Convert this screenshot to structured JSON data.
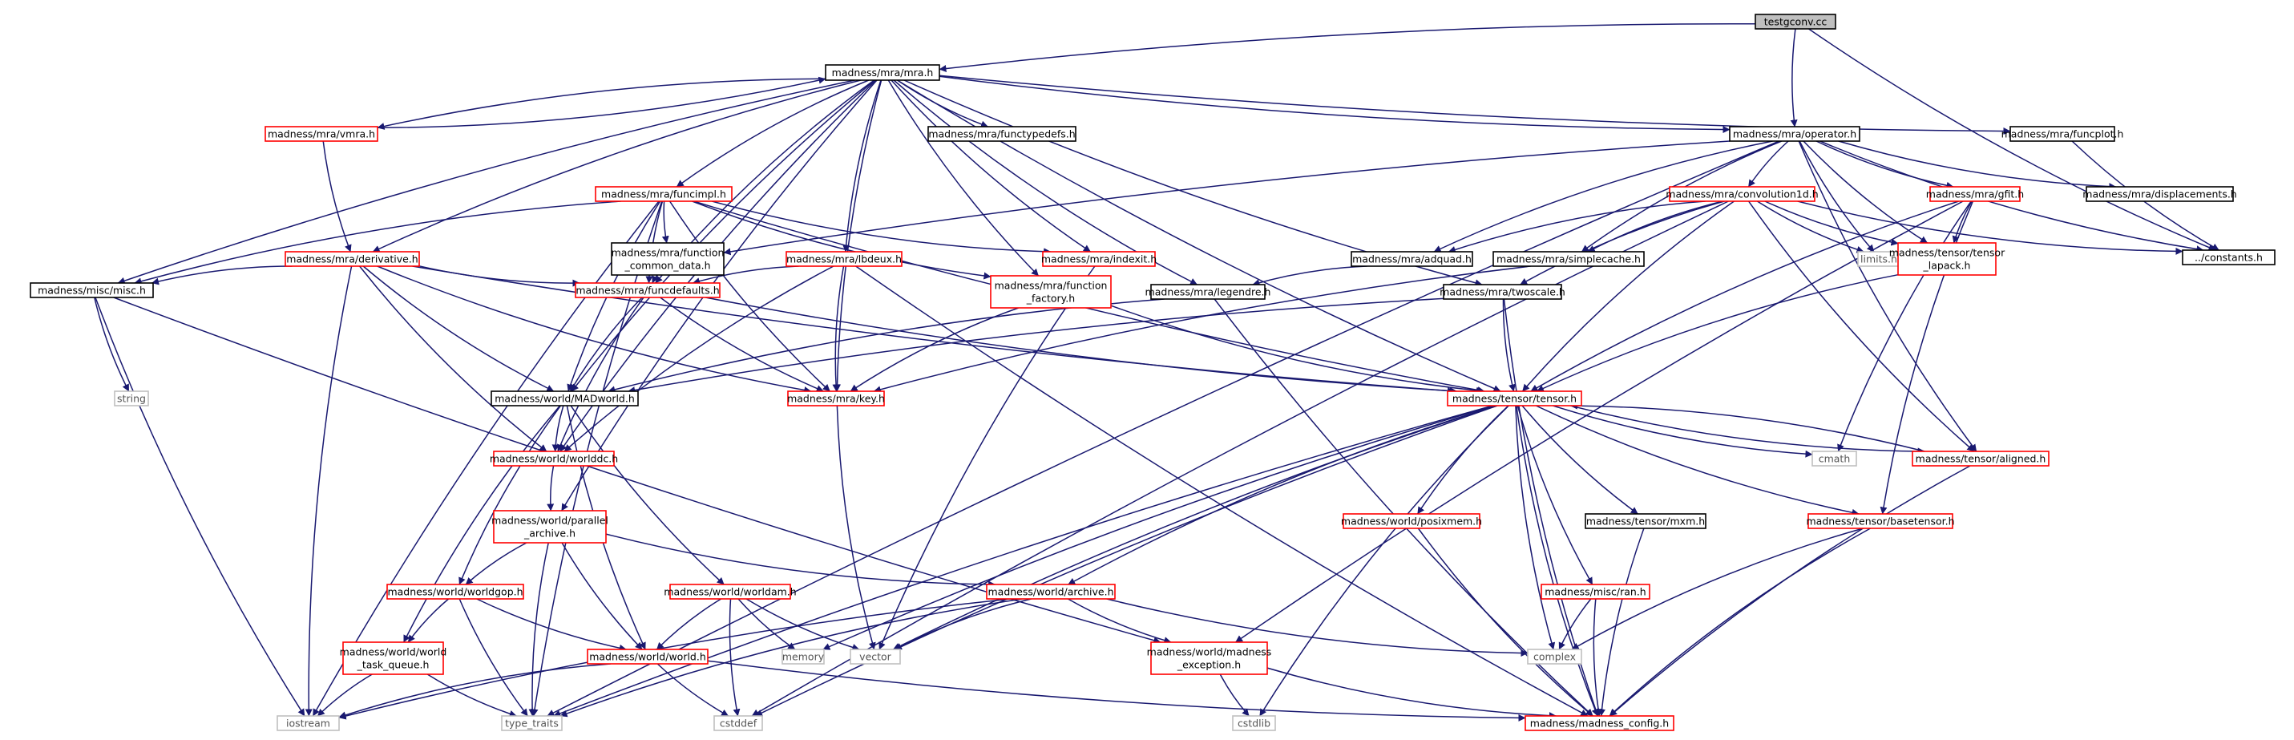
{
  "colors": {
    "edge": "#191970",
    "doc_border": "#ff0000",
    "plain_border": "#000000",
    "system_border": "#bfbfbf",
    "system_text": "#555555",
    "root_fill": "#bfbfbf",
    "node_fill": "#ffffff"
  },
  "nodes": [
    {
      "id": "testgconv",
      "lines": [
        "testgconv.cc"
      ],
      "kind": "root"
    },
    {
      "id": "mra",
      "lines": [
        "madness/mra/mra.h"
      ],
      "kind": "plain"
    },
    {
      "id": "operator",
      "lines": [
        "madness/mra/operator.h"
      ],
      "kind": "plain"
    },
    {
      "id": "funcplot",
      "lines": [
        "madness/mra/funcplot.h"
      ],
      "kind": "plain"
    },
    {
      "id": "constants",
      "lines": [
        "../constants.h"
      ],
      "kind": "plain"
    },
    {
      "id": "vmra",
      "lines": [
        "madness/mra/vmra.h"
      ],
      "kind": "doc"
    },
    {
      "id": "functypedefs",
      "lines": [
        "madness/mra/functypedefs.h"
      ],
      "kind": "plain"
    },
    {
      "id": "funcimpl",
      "lines": [
        "madness/mra/funcimpl.h"
      ],
      "kind": "doc"
    },
    {
      "id": "convolution1d",
      "lines": [
        "madness/mra/convolution1d.h"
      ],
      "kind": "doc"
    },
    {
      "id": "gfit",
      "lines": [
        "madness/mra/gfit.h"
      ],
      "kind": "doc"
    },
    {
      "id": "displacements",
      "lines": [
        "madness/mra/displacements.h"
      ],
      "kind": "plain"
    },
    {
      "id": "derivative",
      "lines": [
        "madness/mra/derivative.h"
      ],
      "kind": "doc"
    },
    {
      "id": "function_common_data",
      "lines": [
        "madness/mra/function",
        "_common_data.h"
      ],
      "kind": "plain"
    },
    {
      "id": "lbdeux",
      "lines": [
        "madness/mra/lbdeux.h"
      ],
      "kind": "doc"
    },
    {
      "id": "indexit",
      "lines": [
        "madness/mra/indexit.h"
      ],
      "kind": "doc"
    },
    {
      "id": "adquad",
      "lines": [
        "madness/mra/adquad.h"
      ],
      "kind": "plain"
    },
    {
      "id": "simplecache",
      "lines": [
        "madness/mra/simplecache.h"
      ],
      "kind": "plain"
    },
    {
      "id": "limits",
      "lines": [
        "limits.h"
      ],
      "kind": "system"
    },
    {
      "id": "tensor_lapack",
      "lines": [
        "madness/tensor/tensor",
        "_lapack.h"
      ],
      "kind": "doc"
    },
    {
      "id": "misc",
      "lines": [
        "madness/misc/misc.h"
      ],
      "kind": "plain"
    },
    {
      "id": "funcdefaults",
      "lines": [
        "madness/mra/funcdefaults.h"
      ],
      "kind": "doc"
    },
    {
      "id": "function_factory",
      "lines": [
        "madness/mra/function",
        "_factory.h"
      ],
      "kind": "doc"
    },
    {
      "id": "legendre",
      "lines": [
        "madness/mra/legendre.h"
      ],
      "kind": "plain"
    },
    {
      "id": "twoscale",
      "lines": [
        "madness/mra/twoscale.h"
      ],
      "kind": "plain"
    },
    {
      "id": "string",
      "lines": [
        "string"
      ],
      "kind": "system"
    },
    {
      "id": "madworld",
      "lines": [
        "madness/world/MADworld.h"
      ],
      "kind": "plain"
    },
    {
      "id": "key",
      "lines": [
        "madness/mra/key.h"
      ],
      "kind": "doc"
    },
    {
      "id": "tensor",
      "lines": [
        "madness/tensor/tensor.h"
      ],
      "kind": "doc"
    },
    {
      "id": "worlddc",
      "lines": [
        "madness/world/worlddc.h"
      ],
      "kind": "doc"
    },
    {
      "id": "cmath",
      "lines": [
        "cmath"
      ],
      "kind": "system"
    },
    {
      "id": "aligned",
      "lines": [
        "madness/tensor/aligned.h"
      ],
      "kind": "doc"
    },
    {
      "id": "parallel_archive",
      "lines": [
        "madness/world/parallel",
        "_archive.h"
      ],
      "kind": "doc"
    },
    {
      "id": "posixmem",
      "lines": [
        "madness/world/posixmem.h"
      ],
      "kind": "doc"
    },
    {
      "id": "mxm",
      "lines": [
        "madness/tensor/mxm.h"
      ],
      "kind": "plain"
    },
    {
      "id": "basetensor",
      "lines": [
        "madness/tensor/basetensor.h"
      ],
      "kind": "doc"
    },
    {
      "id": "worldgop",
      "lines": [
        "madness/world/worldgop.h"
      ],
      "kind": "doc"
    },
    {
      "id": "worldam",
      "lines": [
        "madness/world/worldam.h"
      ],
      "kind": "doc"
    },
    {
      "id": "archive",
      "lines": [
        "madness/world/archive.h"
      ],
      "kind": "doc"
    },
    {
      "id": "ran",
      "lines": [
        "madness/misc/ran.h"
      ],
      "kind": "doc"
    },
    {
      "id": "task_queue",
      "lines": [
        "madness/world/world",
        "_task_queue.h"
      ],
      "kind": "doc"
    },
    {
      "id": "memory",
      "lines": [
        "memory"
      ],
      "kind": "system"
    },
    {
      "id": "vector",
      "lines": [
        "vector"
      ],
      "kind": "system"
    },
    {
      "id": "complex",
      "lines": [
        "complex"
      ],
      "kind": "system"
    },
    {
      "id": "world",
      "lines": [
        "madness/world/world.h"
      ],
      "kind": "doc"
    },
    {
      "id": "madness_exception",
      "lines": [
        "madness/world/madness",
        "_exception.h"
      ],
      "kind": "doc"
    },
    {
      "id": "iostream",
      "lines": [
        "iostream"
      ],
      "kind": "system"
    },
    {
      "id": "type_traits",
      "lines": [
        "type_traits"
      ],
      "kind": "system"
    },
    {
      "id": "cstddef",
      "lines": [
        "cstddef"
      ],
      "kind": "system"
    },
    {
      "id": "cstdlib",
      "lines": [
        "cstdlib"
      ],
      "kind": "system"
    },
    {
      "id": "madness_config",
      "lines": [
        "madness/madness_config.h"
      ],
      "kind": "doc"
    }
  ],
  "edges": [
    [
      "testgconv",
      "mra"
    ],
    [
      "testgconv",
      "operator"
    ],
    [
      "testgconv",
      "constants"
    ],
    [
      "mra",
      "vmra"
    ],
    [
      "mra",
      "functypedefs"
    ],
    [
      "mra",
      "funcimpl"
    ],
    [
      "mra",
      "derivative"
    ],
    [
      "mra",
      "misc"
    ],
    [
      "mra",
      "madworld"
    ],
    [
      "mra",
      "funcdefaults"
    ],
    [
      "mra",
      "lbdeux"
    ],
    [
      "mra",
      "indexit"
    ],
    [
      "mra",
      "function_factory"
    ],
    [
      "mra",
      "legendre"
    ],
    [
      "mra",
      "key"
    ],
    [
      "mra",
      "tensor"
    ],
    [
      "mra",
      "operator"
    ],
    [
      "mra",
      "funcplot"
    ],
    [
      "mra",
      "twoscale"
    ],
    [
      "mra",
      "worlddc"
    ],
    [
      "mra",
      "parallel_archive"
    ],
    [
      "vmra",
      "mra"
    ],
    [
      "vmra",
      "derivative"
    ],
    [
      "funcplot",
      "constants"
    ],
    [
      "operator",
      "function_common_data"
    ],
    [
      "operator",
      "convolution1d"
    ],
    [
      "operator",
      "gfit"
    ],
    [
      "operator",
      "displacements"
    ],
    [
      "operator",
      "adquad"
    ],
    [
      "operator",
      "simplecache"
    ],
    [
      "operator",
      "limits"
    ],
    [
      "operator",
      "tensor_lapack"
    ],
    [
      "operator",
      "constants"
    ],
    [
      "operator",
      "aligned"
    ],
    [
      "operator",
      "type_traits"
    ],
    [
      "funcimpl",
      "function_common_data"
    ],
    [
      "funcimpl",
      "funcdefaults"
    ],
    [
      "funcimpl",
      "indexit"
    ],
    [
      "funcimpl",
      "function_factory"
    ],
    [
      "funcimpl",
      "key"
    ],
    [
      "funcimpl",
      "tensor"
    ],
    [
      "funcimpl",
      "misc"
    ],
    [
      "funcimpl",
      "madworld"
    ],
    [
      "funcimpl",
      "iostream"
    ],
    [
      "funcimpl",
      "type_traits"
    ],
    [
      "convolution1d",
      "adquad"
    ],
    [
      "convolution1d",
      "simplecache"
    ],
    [
      "convolution1d",
      "limits"
    ],
    [
      "convolution1d",
      "tensor_lapack"
    ],
    [
      "convolution1d",
      "constants"
    ],
    [
      "convolution1d",
      "twoscale"
    ],
    [
      "convolution1d",
      "tensor"
    ],
    [
      "convolution1d",
      "aligned"
    ],
    [
      "convolution1d",
      "cstddef"
    ],
    [
      "gfit",
      "tensor_lapack"
    ],
    [
      "gfit",
      "tensor"
    ],
    [
      "gfit",
      "cmath"
    ],
    [
      "gfit",
      "basetensor"
    ],
    [
      "gfit",
      "madness_exception"
    ],
    [
      "derivative",
      "misc"
    ],
    [
      "derivative",
      "funcdefaults"
    ],
    [
      "derivative",
      "madworld"
    ],
    [
      "derivative",
      "key"
    ],
    [
      "derivative",
      "tensor"
    ],
    [
      "derivative",
      "worlddc"
    ],
    [
      "derivative",
      "iostream"
    ],
    [
      "function_common_data",
      "funcdefaults"
    ],
    [
      "lbdeux",
      "funcdefaults"
    ],
    [
      "lbdeux",
      "key"
    ],
    [
      "lbdeux",
      "worlddc"
    ],
    [
      "lbdeux",
      "madness_config"
    ],
    [
      "indexit",
      "vector"
    ],
    [
      "adquad",
      "legendre"
    ],
    [
      "simplecache",
      "key"
    ],
    [
      "tensor_lapack",
      "tensor"
    ],
    [
      "misc",
      "string"
    ],
    [
      "misc",
      "iostream"
    ],
    [
      "misc",
      "madness_exception"
    ],
    [
      "funcdefaults",
      "madworld"
    ],
    [
      "funcdefaults",
      "key"
    ],
    [
      "funcdefaults",
      "tensor"
    ],
    [
      "funcdefaults",
      "worlddc"
    ],
    [
      "function_factory",
      "key"
    ],
    [
      "function_factory",
      "tensor"
    ],
    [
      "legendre",
      "madworld"
    ],
    [
      "legendre",
      "madness_config"
    ],
    [
      "twoscale",
      "tensor"
    ],
    [
      "twoscale",
      "madworld"
    ],
    [
      "twoscale",
      "madness_config"
    ],
    [
      "madworld",
      "worlddc"
    ],
    [
      "madworld",
      "worldgop"
    ],
    [
      "madworld",
      "worldam"
    ],
    [
      "madworld",
      "world"
    ],
    [
      "madworld",
      "task_queue"
    ],
    [
      "key",
      "vector"
    ],
    [
      "tensor",
      "cmath"
    ],
    [
      "tensor",
      "aligned"
    ],
    [
      "tensor",
      "posixmem"
    ],
    [
      "tensor",
      "mxm"
    ],
    [
      "tensor",
      "basetensor"
    ],
    [
      "tensor",
      "archive"
    ],
    [
      "tensor",
      "ran"
    ],
    [
      "tensor",
      "memory"
    ],
    [
      "tensor",
      "vector"
    ],
    [
      "tensor",
      "complex"
    ],
    [
      "tensor",
      "madness_config"
    ],
    [
      "tensor",
      "type_traits"
    ],
    [
      "tensor",
      "cstddef"
    ],
    [
      "tensor",
      "cstdlib"
    ],
    [
      "aligned",
      "tensor"
    ],
    [
      "aligned",
      "madness_config"
    ],
    [
      "worlddc",
      "parallel_archive"
    ],
    [
      "parallel_archive",
      "worldgop"
    ],
    [
      "parallel_archive",
      "archive"
    ],
    [
      "parallel_archive",
      "world"
    ],
    [
      "parallel_archive",
      "type_traits"
    ],
    [
      "posixmem",
      "madness_config"
    ],
    [
      "mxm",
      "madness_config"
    ],
    [
      "basetensor",
      "complex"
    ],
    [
      "basetensor",
      "madness_config"
    ],
    [
      "worldgop",
      "task_queue"
    ],
    [
      "worldgop",
      "world"
    ],
    [
      "worldgop",
      "type_traits"
    ],
    [
      "worldam",
      "world"
    ],
    [
      "worldam",
      "memory"
    ],
    [
      "worldam",
      "vector"
    ],
    [
      "worldam",
      "cstddef"
    ],
    [
      "archive",
      "vector"
    ],
    [
      "archive",
      "complex"
    ],
    [
      "archive",
      "madness_exception"
    ],
    [
      "archive",
      "type_traits"
    ],
    [
      "archive",
      "iostream"
    ],
    [
      "ran",
      "complex"
    ],
    [
      "ran",
      "madness_config"
    ],
    [
      "task_queue",
      "type_traits"
    ],
    [
      "task_queue",
      "iostream"
    ],
    [
      "world",
      "iostream"
    ],
    [
      "world",
      "cstddef"
    ],
    [
      "world",
      "madness_config"
    ],
    [
      "madness_exception",
      "cstdlib"
    ],
    [
      "madness_exception",
      "madness_config"
    ]
  ]
}
